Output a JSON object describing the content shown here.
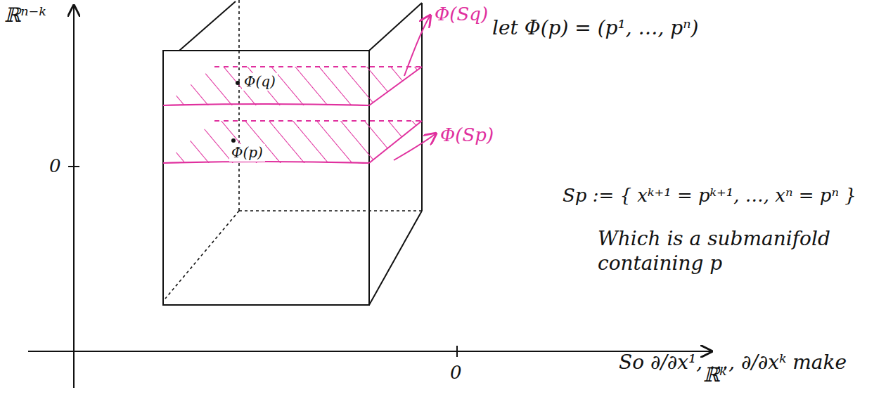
{
  "diagram": {
    "labels": [
      "ℝⁿ⁻ᵏ",
      "0",
      "0",
      "ℝᵏ",
      "Φ(Sq)",
      "Φ(q)",
      "Φ(p)",
      "Φ(Sp)",
      "let Φ(p) = (p¹, …, pⁿ)",
      "Sp := { xᵏ⁺¹ = pᵏ⁺¹, …, xⁿ = pⁿ }",
      "Which is a submanifold containing p",
      "So ∂/∂x¹, …, ∂/∂xᵏ make"
    ]
  }
}
